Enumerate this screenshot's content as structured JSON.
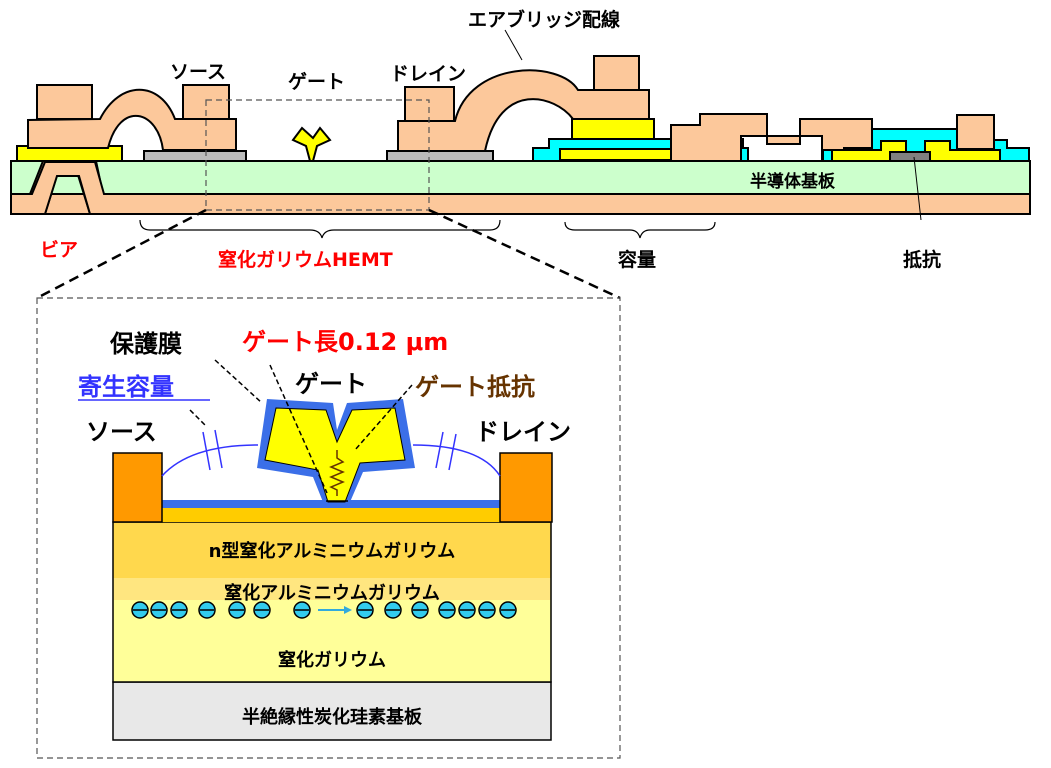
{
  "top": {
    "air_bridge": "エアブリッジ配線",
    "source": "ソース",
    "gate": "ゲート",
    "drain": "ドレイン",
    "substrate": "半導体基板",
    "via": "ビア",
    "hemt": "窒化ガリウムHEMT",
    "capacitor": "容量",
    "resistor": "抵抗"
  },
  "detail": {
    "passivation": "保護膜",
    "gate_length": "ゲート長0.12 μm",
    "parasitic_cap": "寄生容量",
    "gate": "ゲート",
    "gate_resistance": "ゲート抵抗",
    "source": "ソース",
    "drain": "ドレイン",
    "layer_n_algan": "n型窒化アルミニウムガリウム",
    "layer_algan": "窒化アルミニウムガリウム",
    "layer_gan": "窒化ガリウム",
    "layer_sic": "半絶縁性炭化珪素基板"
  },
  "colors": {
    "metal": "#fcc89b",
    "substrate": "#ccffcc",
    "yellow": "#ffff00",
    "cyan": "#00ffff",
    "red_label": "#ff0000",
    "blue_label": "#3333ff",
    "brown_label": "#663300"
  }
}
